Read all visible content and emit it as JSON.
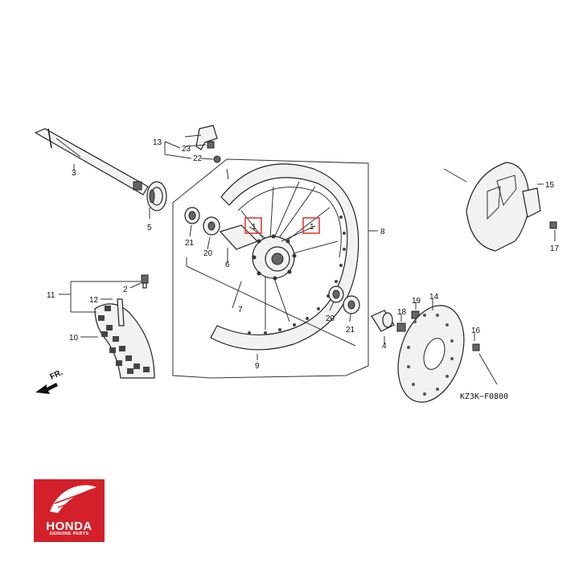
{
  "diagram": {
    "figure_code": "KZ3K−F0800",
    "front_indicator": "FR.",
    "callouts": {
      "c1a": "1",
      "c1b": "1",
      "c2": "2",
      "c3": "3",
      "c4": "4",
      "c5": "5",
      "c6": "6",
      "c7": "7",
      "c8": "8",
      "c9": "9",
      "c10": "10",
      "c11": "11",
      "c12": "12",
      "c13": "13",
      "c14": "14",
      "c15": "15",
      "c16": "16",
      "c17": "17",
      "c18": "18",
      "c19": "19",
      "c20a": "20",
      "c20b": "20",
      "c21a": "21",
      "c21b": "21",
      "c22": "22",
      "c23": "23"
    },
    "highlighted_callouts": [
      "c1a",
      "c1b"
    ]
  },
  "logo": {
    "brand": "HONDA",
    "tagline": "GENUINE PARTS",
    "color": "#d3202a"
  }
}
